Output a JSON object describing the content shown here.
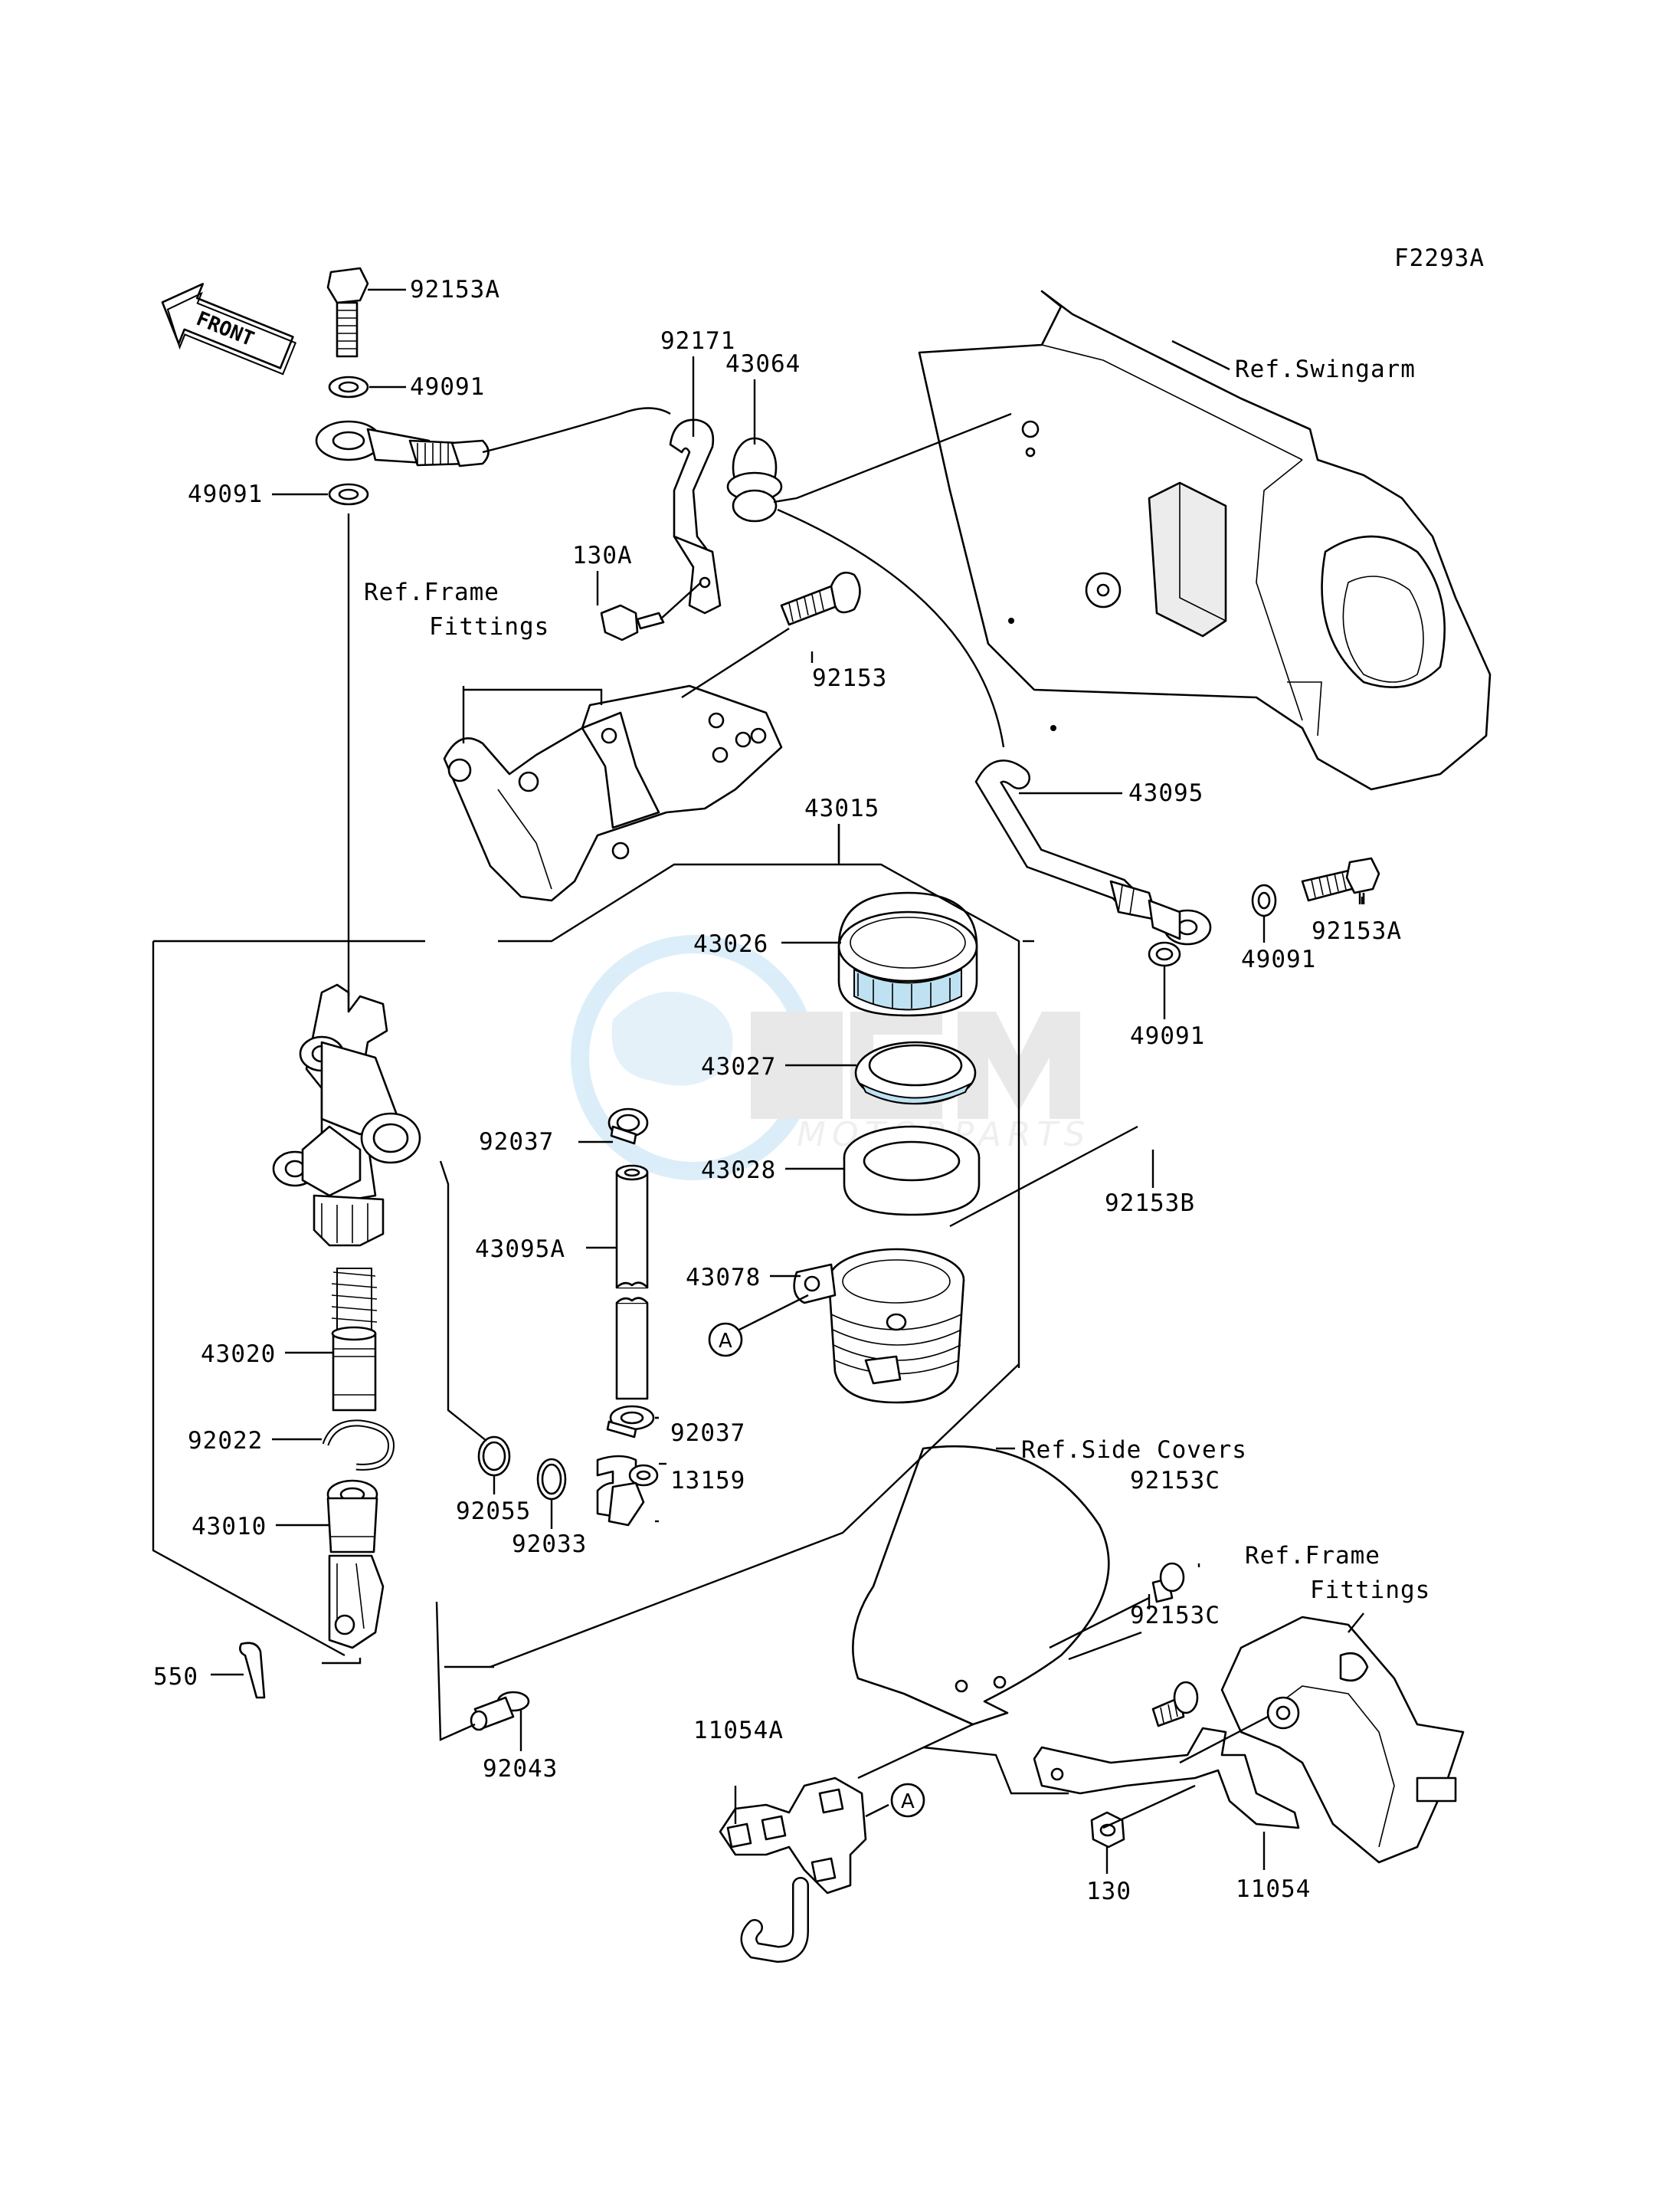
{
  "figure_code": "F2293A",
  "front_arrow_text": "FRONT",
  "watermark": {
    "brand": "OEM",
    "sub": "MOTORPARTS"
  },
  "labels": [
    "92153A",
    "49091",
    "49091",
    "92171",
    "43064",
    "130A",
    "Ref.Frame",
    "Fittings",
    "92153",
    "Ref.Swingarm",
    "43095",
    "92153A",
    "49091",
    "49091",
    "43015",
    "43026",
    "43027",
    "92037",
    "43028",
    "92153B",
    "43095A",
    "43078",
    "A",
    "43020",
    "92022",
    "43010",
    "92037",
    "92055",
    "92033",
    "13159",
    "550",
    "92043",
    "Ref.Side Covers",
    "92153C",
    "92153C",
    "Ref.Frame",
    "Fittings",
    "11054A",
    "A",
    "130",
    "11054"
  ]
}
